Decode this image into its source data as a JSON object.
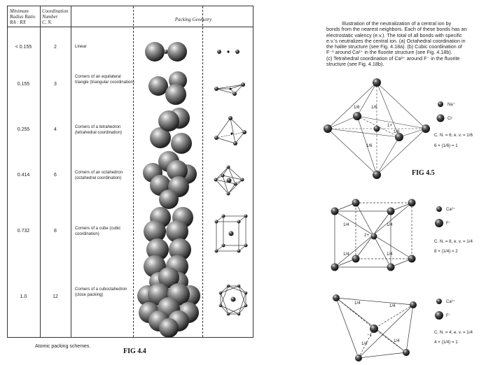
{
  "table": {
    "headers": {
      "ratio_title": "Minimum Radius Ratio",
      "ratio_formula": "RA : RX",
      "cn_title": "Coordination Number",
      "cn_short": "C. N.",
      "geometry": "Packing Geometry"
    },
    "rows": [
      {
        "ratio": "< 0.155",
        "cn": "2",
        "desc": "Linear"
      },
      {
        "ratio": "0.155",
        "cn": "3",
        "desc": "Corners of an equilateral triangle (triangular coordination)"
      },
      {
        "ratio": "0.255",
        "cn": "4",
        "desc": "Corners of a tetrahedron (tetrahedral coordination)"
      },
      {
        "ratio": "0.414",
        "cn": "6",
        "desc": "Corners of an octahedron (octahedral coordination)"
      },
      {
        "ratio": "0.732",
        "cn": "8",
        "desc": "Corners of a cube (cubic coordination)"
      },
      {
        "ratio": "1.0",
        "cn": "12",
        "desc": "Corners of a cuboctahedron (close packing)"
      }
    ],
    "caption": "Atomic packing schemes."
  },
  "fig44_label": "FIG 4.4",
  "fig45_label": "FIG 4.5",
  "right_text": [
    "Illustration of the neutralization of a central ion by",
    "bonds from the nearest neighbors. Each of these bonds has an",
    "electrostatic valency (e.v.). The total of all bonds with specific",
    "e.v.'s neutralizes the central ion. (a) Octahedral coordination in",
    "the halite structure (see Fig. 4.18a). (b) Cubic coordination of",
    "F⁻¹ around Ca²⁺ in the fluorite structure (see Fig. 4.18b).",
    "(c) Tetrahedral coordination of Ca²⁺ around F⁻ in the fluorite",
    "structure (see Fig. 4.18b)."
  ],
  "panels": {
    "a": {
      "legend_cation": "Na⁺",
      "legend_anion": "Cl⁻",
      "eq1": "C. N. = 6; e. v. = 1/6",
      "eq2": "6 × (1/6) = 1",
      "frac": "1/6",
      "center": "1+"
    },
    "b": {
      "legend_cation": "Ca²⁺",
      "legend_anion": "F⁻",
      "eq1": "C. N. = 8, e. v. = 1/4",
      "eq2": "8 × (1/4) = 2",
      "frac": "1/4",
      "center": "2+"
    },
    "c": {
      "legend_cation": "Ca²⁺",
      "legend_anion": "F⁻",
      "eq1": "C. N. = 4; e. v. = 1/4",
      "eq2": "4 × (1/4) = 1",
      "frac": "1/4",
      "center": "−1"
    }
  }
}
